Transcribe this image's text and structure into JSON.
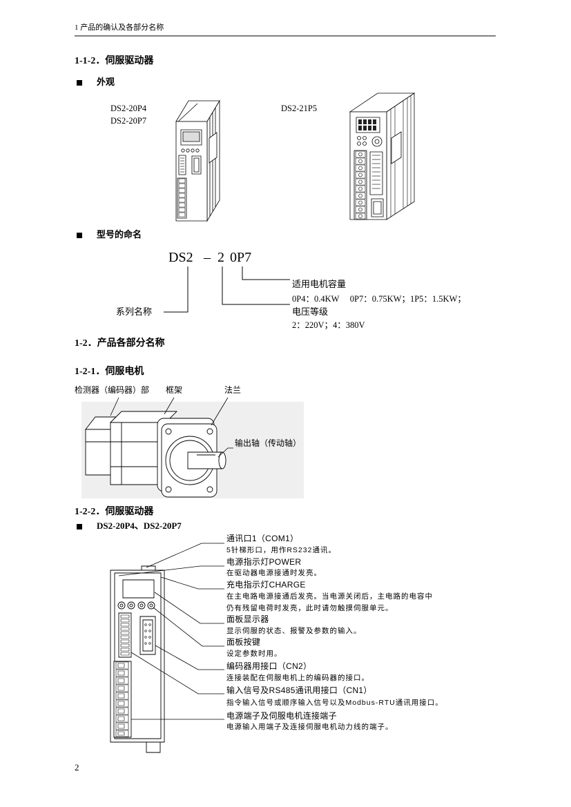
{
  "header": {
    "running_title": "1 产品的确认及各部分名称"
  },
  "section_112": {
    "title": "1-1-2．伺服驱动器"
  },
  "appearance": {
    "title": "外观",
    "models_left": [
      "DS2-20P4",
      "DS2-20P7"
    ],
    "model_right": "DS2-21P5"
  },
  "naming": {
    "title": "型号的命名",
    "code": {
      "series": "DS2",
      "dash": "–",
      "voltage": "2",
      "capacity": "0P7"
    },
    "series_label": "系列名称",
    "capacity_label": "适用电机容量",
    "capacity_values": "0P4：0.4KW　 0P7：0.75KW；1P5：1.5KW；",
    "voltage_label": "电压等级",
    "voltage_values": "2：220V；4：380V"
  },
  "section_12": {
    "title": "1-2．产品各部分名称"
  },
  "section_121": {
    "title": "1-2-1．伺服电机",
    "labels": {
      "encoder": "检测器（编码器）部",
      "frame": "框架",
      "flange": "法兰",
      "shaft": "输出轴（传动轴）"
    }
  },
  "section_122": {
    "title": "1-2-2．伺服驱动器",
    "subtitle": "DS2-20P4、DS2-20P7",
    "callouts": [
      {
        "label": "通讯口1（COM1）",
        "desc_lines": [
          "5针梯形口，用作RS232通讯。"
        ]
      },
      {
        "label": "电源指示灯POWER",
        "desc_lines": [
          "在驱动器电源接通时发亮。"
        ]
      },
      {
        "label": "充电指示灯CHARGE",
        "desc_lines": [
          "在主电路电源接通后发亮。当电源关闭后，主电路的电容中",
          "仍有残留电荷时发亮，此时请勿触摸伺服单元。"
        ]
      },
      {
        "label": "面板显示器",
        "desc_lines": [
          "显示伺服的状态、报警及参数的输入。"
        ]
      },
      {
        "label": "面板按键",
        "desc_lines": [
          "设定参数时用。"
        ]
      },
      {
        "label": "编码器用接口（CN2）",
        "desc_lines": [
          "连接装配在伺服电机上的编码器的接口。"
        ]
      },
      {
        "label": "输入信号及RS485通讯用接口（CN1）",
        "desc_lines": [
          "指令输入信号或顺序输入信号以及Modbus-RTU通讯用接口。"
        ]
      },
      {
        "label": "电源端子及伺服电机连接端子",
        "desc_lines": [
          "电源输入用端子及连接伺服电机动力线的端子。"
        ]
      }
    ]
  },
  "page_number": "2"
}
